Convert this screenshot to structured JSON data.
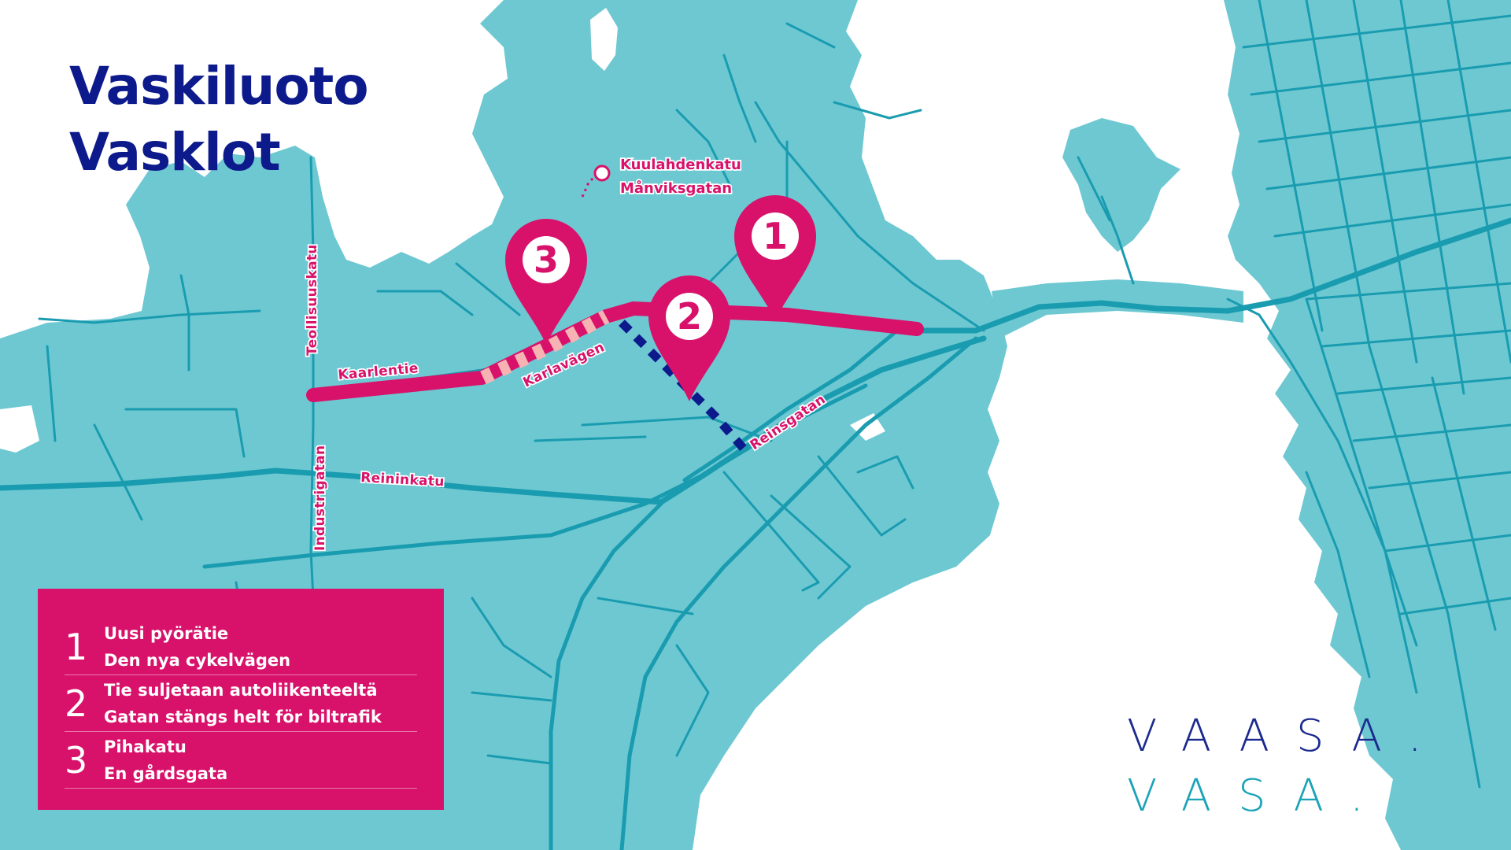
{
  "title": {
    "line1": "Vaskiluoto",
    "line2": "Vasklot"
  },
  "colors": {
    "land": "#6ec8d2",
    "water": "#ffffff",
    "road": "#1a9cb0",
    "route_magenta": "#d8126a",
    "closed_road": "#0c1a8c",
    "woonerf_stripe": "#f7b3b3",
    "logo_fi": "#1c2a8e",
    "logo_sv": "#1ba3b8"
  },
  "streets": {
    "teollisuuskatu": "Teollisuuskatu",
    "industrigatan": "Industrigatan",
    "kaarlentie": "Kaarlentie",
    "karlavagen": "Karlavägen",
    "reininkatu": "Reininkatu",
    "reinsgatan": "Reinsgatan",
    "kuulahdenkatu": "Kuulahdenkatu",
    "manviksgatan": "Månviksgatan"
  },
  "markers": [
    {
      "id": "1",
      "number": "1"
    },
    {
      "id": "2",
      "number": "2"
    },
    {
      "id": "3",
      "number": "3"
    }
  ],
  "legend": [
    {
      "number": "1",
      "fi": "Uusi pyörätie",
      "sv": "Den nya cykelvägen"
    },
    {
      "number": "2",
      "fi": "Tie suljetaan autoliikenteeltä",
      "sv": "Gatan stängs helt för biltrafik"
    },
    {
      "number": "3",
      "fi": "Pihakatu",
      "sv": "En gårdsgata"
    }
  ],
  "logo": {
    "fi": "VAASA.",
    "sv": "VASA."
  }
}
